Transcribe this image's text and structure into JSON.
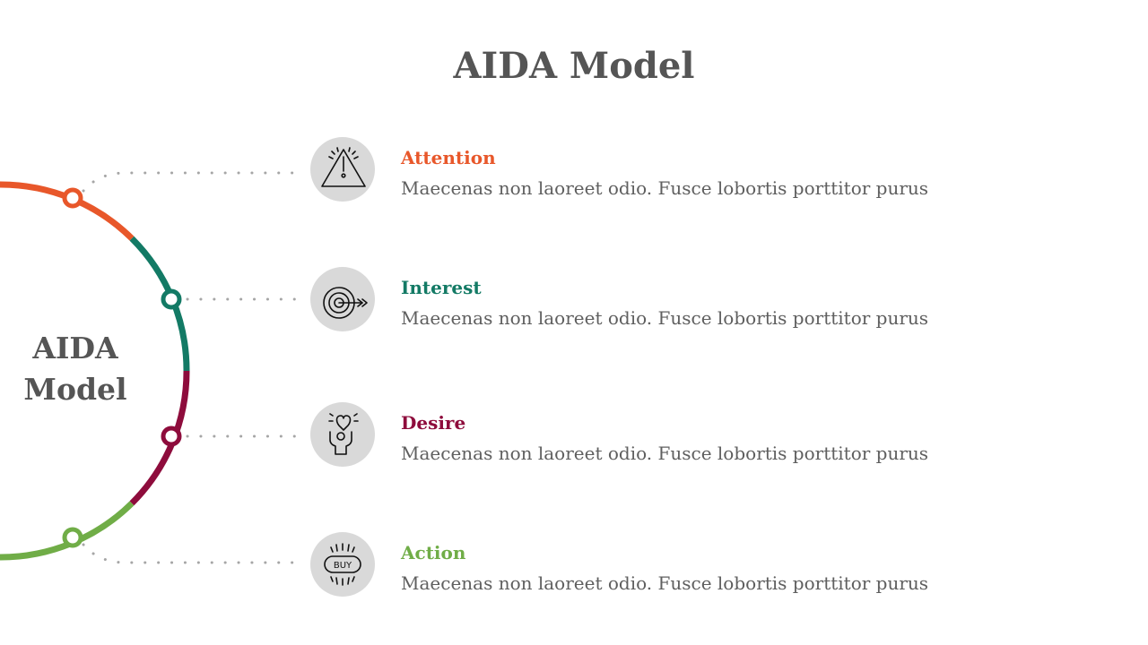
{
  "title": "AIDA Model",
  "center_label": {
    "line1": "AIDA",
    "line2": "Model"
  },
  "steps": [
    {
      "title": "Attention",
      "description": "Maecenas non laoreet odio. Fusce lobortis porttitor purus",
      "color": "#e8572a",
      "icon": "warning-icon"
    },
    {
      "title": "Interest",
      "description": "Maecenas non laoreet odio. Fusce lobortis porttitor purus",
      "color": "#137a65",
      "icon": "target-icon"
    },
    {
      "title": "Desire",
      "description": "Maecenas non laoreet odio. Fusce lobortis porttitor purus",
      "color": "#8e0c3c",
      "icon": "heart-hands-icon"
    },
    {
      "title": "Action",
      "description": "Maecenas non laoreet odio. Fusce lobortis porttitor purus",
      "color": "#70ad47",
      "icon": "buy-icon"
    }
  ]
}
